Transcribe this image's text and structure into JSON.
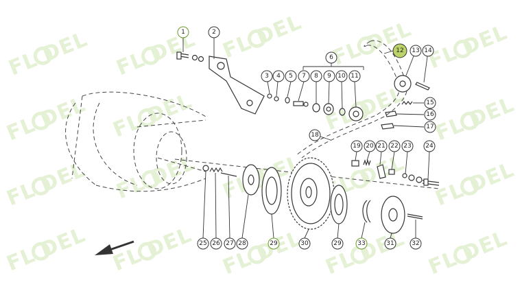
{
  "watermark": {
    "text": "FL  DEL",
    "color": "#e4f1d4"
  },
  "highlight_color": "#bcd36a",
  "callouts": [
    {
      "id": "c1",
      "label": "1"
    },
    {
      "id": "c2",
      "label": "2"
    },
    {
      "id": "c3",
      "label": "3"
    },
    {
      "id": "c4",
      "label": "4"
    },
    {
      "id": "c5",
      "label": "5"
    },
    {
      "id": "c6",
      "label": "6"
    },
    {
      "id": "c7",
      "label": "7"
    },
    {
      "id": "c8",
      "label": "8"
    },
    {
      "id": "c9",
      "label": "9"
    },
    {
      "id": "c10",
      "label": "10"
    },
    {
      "id": "c11",
      "label": "11"
    },
    {
      "id": "c12",
      "label": "12"
    },
    {
      "id": "c13",
      "label": "13"
    },
    {
      "id": "c14",
      "label": "14"
    },
    {
      "id": "c15",
      "label": "15"
    },
    {
      "id": "c16",
      "label": "16"
    },
    {
      "id": "c17",
      "label": "17"
    },
    {
      "id": "c18",
      "label": "18"
    },
    {
      "id": "c19",
      "label": "19"
    },
    {
      "id": "c20",
      "label": "20"
    },
    {
      "id": "c21",
      "label": "21"
    },
    {
      "id": "c22",
      "label": "22"
    },
    {
      "id": "c23",
      "label": "23"
    },
    {
      "id": "c24",
      "label": "24"
    },
    {
      "id": "c25",
      "label": "25"
    },
    {
      "id": "c26",
      "label": "26"
    },
    {
      "id": "c27",
      "label": "27"
    },
    {
      "id": "c28",
      "label": "28"
    },
    {
      "id": "c29a",
      "label": "29"
    },
    {
      "id": "c30",
      "label": "30"
    },
    {
      "id": "c29b",
      "label": "29"
    },
    {
      "id": "c33",
      "label": "33"
    },
    {
      "id": "c31",
      "label": "31"
    },
    {
      "id": "c32",
      "label": "32"
    }
  ]
}
